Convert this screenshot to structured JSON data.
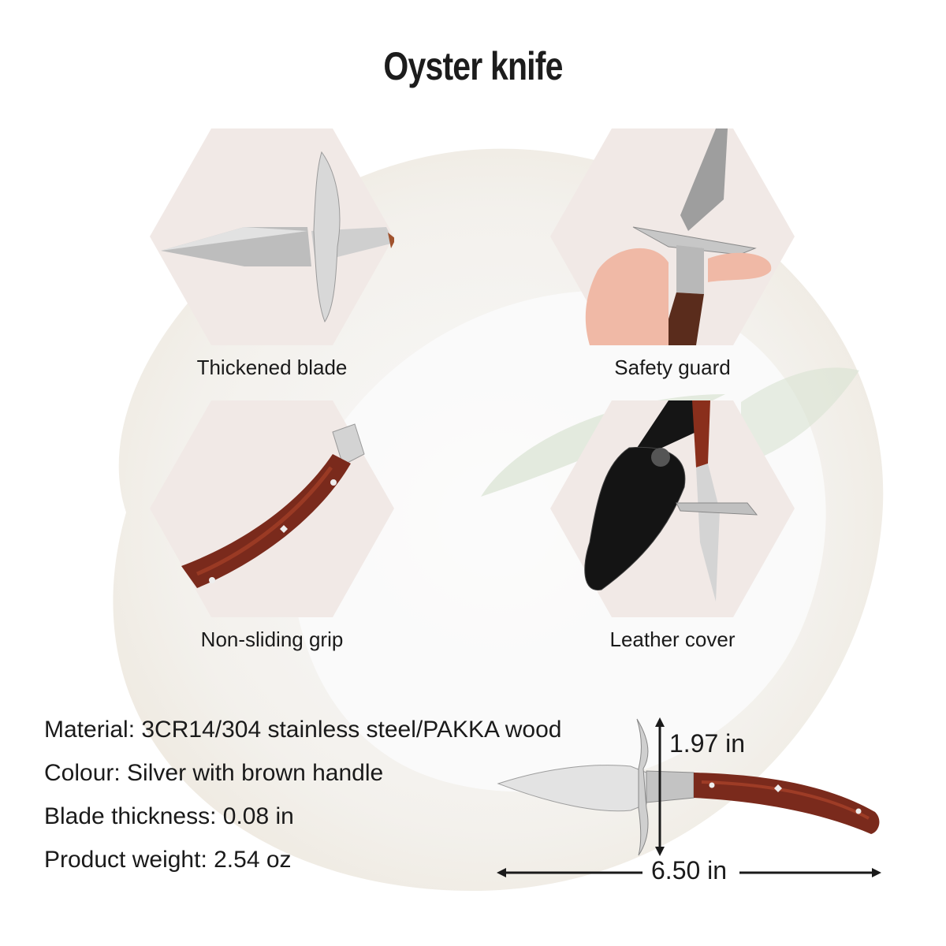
{
  "title": "Oyster knife",
  "features": [
    {
      "label": "Thickened blade",
      "icon": "blade-closeup-image"
    },
    {
      "label": "Safety guard",
      "icon": "hand-holding-knife-image"
    },
    {
      "label": "Non-sliding grip",
      "icon": "wooden-handle-image"
    },
    {
      "label": "Leather cover",
      "icon": "leather-sheath-image"
    }
  ],
  "specs": [
    {
      "text": "Material: 3CR14/304 stainless steel/PAKKA wood"
    },
    {
      "text": "Colour: Silver with brown handle"
    },
    {
      "text": "Blade thickness: 0.08 in"
    },
    {
      "text": "Product weight: 2.54 oz"
    }
  ],
  "dimensions": {
    "height": "1.97 in",
    "length": "6.50 in"
  },
  "colors": {
    "hexagon": "#f1e9e6",
    "handle": "#7a2a1c",
    "steel": "#c9c9c9",
    "text": "#1a1a1a"
  }
}
